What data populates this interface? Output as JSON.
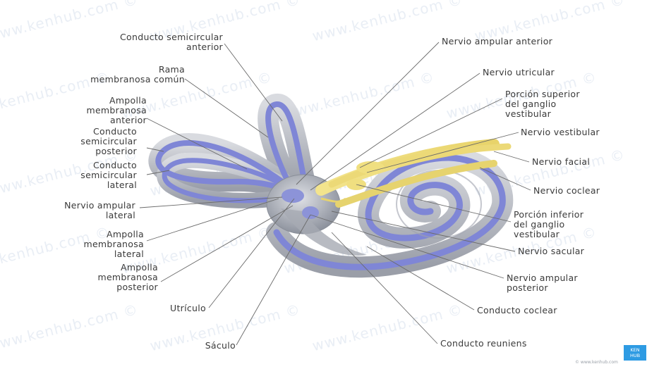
{
  "watermark": "www.kenhub.com ©",
  "brand": {
    "line1": "KEN",
    "line2": "HUB"
  },
  "credit": "© www.kenhub.com",
  "labels_left": [
    {
      "id": "conducto-semicircular-anterior",
      "text": "Conducto semicircular\nanterior"
    },
    {
      "id": "rama-membranosa-comun",
      "text": "Rama\nmembranosa común"
    },
    {
      "id": "ampolla-membranosa-anterior",
      "text": "Ampolla\nmembranosa\nanterior"
    },
    {
      "id": "conducto-semicircular-posterior",
      "text": "Conducto\nsemicircular\nposterior"
    },
    {
      "id": "conducto-semicircular-lateral",
      "text": "Conducto\nsemicircular\nlateral"
    },
    {
      "id": "nervio-ampular-lateral",
      "text": "Nervio ampular\nlateral"
    },
    {
      "id": "ampolla-membranosa-lateral",
      "text": "Ampolla\nmembranosa\nlateral"
    },
    {
      "id": "ampolla-membranosa-posterior",
      "text": "Ampolla\nmembranosa\nposterior"
    },
    {
      "id": "utriculo",
      "text": "Utrículo"
    },
    {
      "id": "saculo",
      "text": "Sáculo"
    }
  ],
  "labels_right": [
    {
      "id": "nervio-ampular-anterior",
      "text": "Nervio ampular anterior"
    },
    {
      "id": "nervio-utricular",
      "text": "Nervio utricular"
    },
    {
      "id": "porcion-superior-ganglio",
      "text": "Porción superior\ndel ganglio\nvestibular"
    },
    {
      "id": "nervio-vestibular",
      "text": "Nervio vestibular"
    },
    {
      "id": "nervio-facial",
      "text": "Nervio facial"
    },
    {
      "id": "nervio-coclear",
      "text": "Nervio coclear"
    },
    {
      "id": "porcion-inferior-ganglio",
      "text": "Porción inferior\ndel ganglio\nvestibular"
    },
    {
      "id": "nervio-sacular",
      "text": "Nervio sacular"
    },
    {
      "id": "nervio-ampular-posterior",
      "text": "Nervio ampular\nposterior"
    },
    {
      "id": "conducto-coclear",
      "text": "Conducto coclear"
    },
    {
      "id": "conducto-reuniens",
      "text": "Conducto reuniens"
    }
  ],
  "colors": {
    "bony": "#b9bcc4",
    "membranous": "#7f86d6",
    "nerve": "#efe38a",
    "leader": "#6a6a6a",
    "text": "#3a3a3a"
  }
}
